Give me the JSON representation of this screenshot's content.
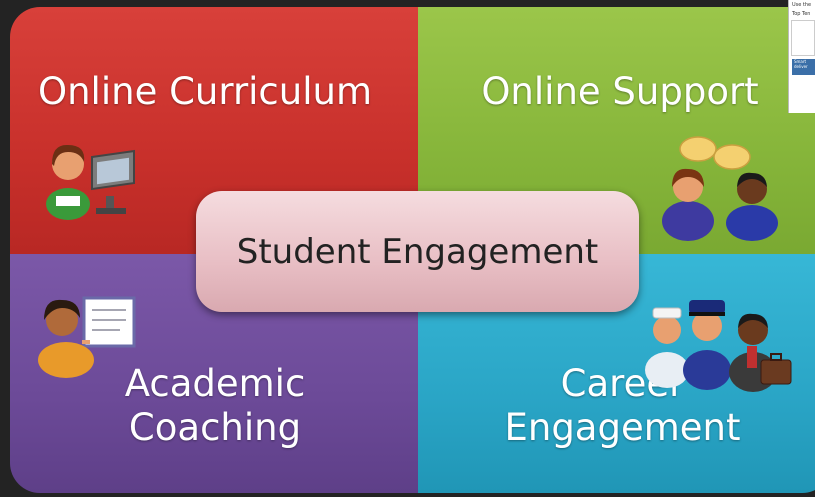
{
  "quadrants": {
    "top_left": {
      "label": "Online Curriculum",
      "color": "#c8302b",
      "icon": "person-at-computer-icon"
    },
    "top_right": {
      "label": "Online Support",
      "color": "#86b53a",
      "icon": "people-talking-icon"
    },
    "bottom_left": {
      "label": "Academic Coaching",
      "color": "#6c4a98",
      "icon": "teacher-at-whiteboard-icon"
    },
    "bottom_right": {
      "label": "Career Engagement",
      "color": "#2aa5c6",
      "icon": "professionals-group-icon"
    }
  },
  "center": {
    "label": "Student Engagement",
    "color": "#e8bec4"
  },
  "corner_thumbnail": {
    "line1": "Use the",
    "line2": "Top Ten",
    "button": "Smart\ndeliver"
  }
}
